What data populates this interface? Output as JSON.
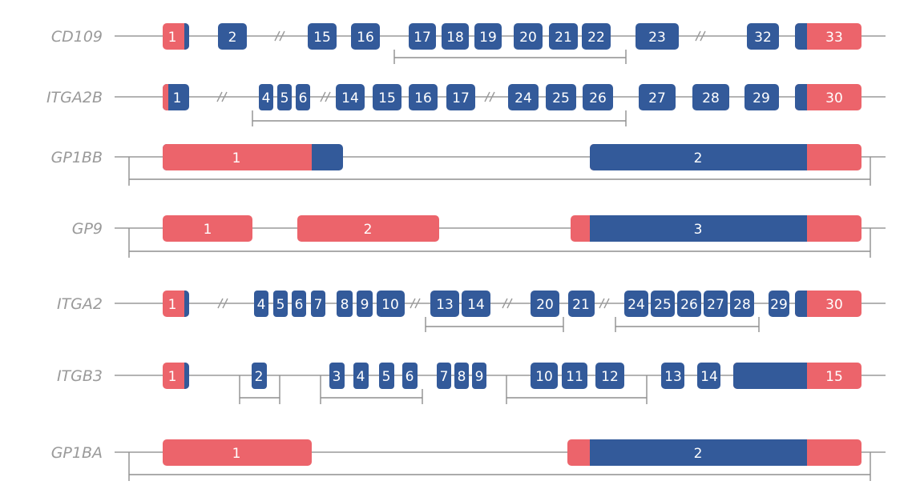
{
  "colors": {
    "coding": "#335a9a",
    "utr": "#ec646b",
    "line": "#9a9a9a",
    "span": "#8f8f8f"
  },
  "genes": [
    {
      "name": "CD109",
      "exons": [
        {
          "label": "1",
          "segs": [
            [
              "utr",
              1
            ]
          ],
          "edge": "right"
        },
        {
          "label": "2",
          "segs": [
            [
              "coding",
              1
            ]
          ]
        },
        {
          "label": "15",
          "segs": [
            [
              "coding",
              1
            ]
          ]
        },
        {
          "label": "16",
          "segs": [
            [
              "coding",
              1
            ]
          ]
        },
        {
          "label": "17",
          "segs": [
            [
              "coding",
              1
            ]
          ]
        },
        {
          "label": "18",
          "segs": [
            [
              "coding",
              1
            ]
          ]
        },
        {
          "label": "19",
          "segs": [
            [
              "coding",
              1
            ]
          ]
        },
        {
          "label": "20",
          "segs": [
            [
              "coding",
              1
            ]
          ]
        },
        {
          "label": "21",
          "segs": [
            [
              "coding",
              1
            ]
          ]
        },
        {
          "label": "22",
          "segs": [
            [
              "coding",
              1
            ]
          ]
        },
        {
          "label": "23",
          "segs": [
            [
              "coding",
              1
            ]
          ]
        },
        {
          "label": "32",
          "segs": [
            [
              "coding",
              1
            ]
          ]
        },
        {
          "label": "33",
          "segs": [
            [
              "utr",
              1
            ]
          ],
          "edge": "left"
        }
      ],
      "breaks": 2
    },
    {
      "name": "ITGA2B",
      "exons": [
        {
          "label": "1",
          "segs": [
            [
              "coding",
              1
            ]
          ],
          "edge": "left-utr"
        },
        {
          "label": "4",
          "segs": [
            [
              "coding",
              1
            ]
          ]
        },
        {
          "label": "5",
          "segs": [
            [
              "coding",
              1
            ]
          ]
        },
        {
          "label": "6",
          "segs": [
            [
              "coding",
              1
            ]
          ]
        },
        {
          "label": "14",
          "segs": [
            [
              "coding",
              1
            ]
          ]
        },
        {
          "label": "15",
          "segs": [
            [
              "coding",
              1
            ]
          ]
        },
        {
          "label": "16",
          "segs": [
            [
              "coding",
              1
            ]
          ]
        },
        {
          "label": "17",
          "segs": [
            [
              "coding",
              1
            ]
          ]
        },
        {
          "label": "24",
          "segs": [
            [
              "coding",
              1
            ]
          ]
        },
        {
          "label": "25",
          "segs": [
            [
              "coding",
              1
            ]
          ]
        },
        {
          "label": "26",
          "segs": [
            [
              "coding",
              1
            ]
          ]
        },
        {
          "label": "27",
          "segs": [
            [
              "coding",
              1
            ]
          ]
        },
        {
          "label": "28",
          "segs": [
            [
              "coding",
              1
            ]
          ]
        },
        {
          "label": "29",
          "segs": [
            [
              "coding",
              1
            ]
          ]
        },
        {
          "label": "30",
          "segs": [
            [
              "utr",
              1
            ]
          ],
          "edge": "left"
        }
      ],
      "breaks": 3
    },
    {
      "name": "GP1BB",
      "exons": [
        {
          "label": "1",
          "segs": [
            [
              "utr",
              5
            ],
            [
              "coding",
              1
            ]
          ]
        },
        {
          "label": "2",
          "segs": [
            [
              "coding",
              4
            ],
            [
              "utr",
              1
            ]
          ]
        }
      ],
      "breaks": 0
    },
    {
      "name": "GP9",
      "exons": [
        {
          "label": "1",
          "segs": [
            [
              "utr",
              1
            ]
          ]
        },
        {
          "label": "2",
          "segs": [
            [
              "utr",
              1
            ]
          ]
        },
        {
          "label": "3",
          "segs": [
            [
              "utr",
              1
            ],
            [
              "coding",
              8
            ],
            [
              "utr",
              2
            ]
          ]
        }
      ],
      "breaks": 0
    },
    {
      "name": "ITGA2",
      "exons": [
        {
          "label": "1",
          "segs": [
            [
              "utr",
              1
            ]
          ],
          "edge": "right"
        },
        {
          "label": "4",
          "segs": [
            [
              "coding",
              1
            ]
          ]
        },
        {
          "label": "5",
          "segs": [
            [
              "coding",
              1
            ]
          ]
        },
        {
          "label": "6",
          "segs": [
            [
              "coding",
              1
            ]
          ]
        },
        {
          "label": "7",
          "segs": [
            [
              "coding",
              1
            ]
          ]
        },
        {
          "label": "8",
          "segs": [
            [
              "coding",
              1
            ]
          ]
        },
        {
          "label": "9",
          "segs": [
            [
              "coding",
              1
            ]
          ]
        },
        {
          "label": "10",
          "segs": [
            [
              "coding",
              1
            ]
          ]
        },
        {
          "label": "13",
          "segs": [
            [
              "coding",
              1
            ]
          ]
        },
        {
          "label": "14",
          "segs": [
            [
              "coding",
              1
            ]
          ]
        },
        {
          "label": "20",
          "segs": [
            [
              "coding",
              1
            ]
          ]
        },
        {
          "label": "21",
          "segs": [
            [
              "coding",
              1
            ]
          ]
        },
        {
          "label": "24",
          "segs": [
            [
              "coding",
              1
            ]
          ]
        },
        {
          "label": "25",
          "segs": [
            [
              "coding",
              1
            ]
          ]
        },
        {
          "label": "26",
          "segs": [
            [
              "coding",
              1
            ]
          ]
        },
        {
          "label": "27",
          "segs": [
            [
              "coding",
              1
            ]
          ]
        },
        {
          "label": "28",
          "segs": [
            [
              "coding",
              1
            ]
          ]
        },
        {
          "label": "29",
          "segs": [
            [
              "coding",
              1
            ]
          ]
        },
        {
          "label": "30",
          "segs": [
            [
              "utr",
              1
            ]
          ],
          "edge": "left"
        }
      ],
      "breaks": 4
    },
    {
      "name": "ITGB3",
      "exons": [
        {
          "label": "1",
          "segs": [
            [
              "utr",
              1
            ]
          ],
          "edge": "right"
        },
        {
          "label": "2",
          "segs": [
            [
              "coding",
              1
            ]
          ]
        },
        {
          "label": "3",
          "segs": [
            [
              "coding",
              1
            ]
          ]
        },
        {
          "label": "4",
          "segs": [
            [
              "coding",
              1
            ]
          ]
        },
        {
          "label": "5",
          "segs": [
            [
              "coding",
              1
            ]
          ]
        },
        {
          "label": "6",
          "segs": [
            [
              "coding",
              1
            ]
          ]
        },
        {
          "label": "7",
          "segs": [
            [
              "coding",
              1
            ]
          ]
        },
        {
          "label": "8",
          "segs": [
            [
              "coding",
              1
            ]
          ]
        },
        {
          "label": "9",
          "segs": [
            [
              "coding",
              1
            ]
          ]
        },
        {
          "label": "10",
          "segs": [
            [
              "coding",
              1
            ]
          ]
        },
        {
          "label": "11",
          "segs": [
            [
              "coding",
              1
            ]
          ]
        },
        {
          "label": "12",
          "segs": [
            [
              "coding",
              1
            ]
          ]
        },
        {
          "label": "13",
          "segs": [
            [
              "coding",
              1
            ]
          ]
        },
        {
          "label": "14",
          "segs": [
            [
              "coding",
              1
            ]
          ]
        },
        {
          "label": "15",
          "segs": [
            [
              "coding",
              5
            ],
            [
              "utr",
              4
            ]
          ]
        }
      ],
      "breaks": 0
    },
    {
      "name": "GP1BA",
      "exons": [
        {
          "label": "1",
          "segs": [
            [
              "utr",
              1
            ]
          ]
        },
        {
          "label": "2",
          "segs": [
            [
              "utr",
              1
            ],
            [
              "coding",
              10
            ],
            [
              "utr",
              2.5
            ]
          ]
        }
      ],
      "breaks": 0
    }
  ]
}
